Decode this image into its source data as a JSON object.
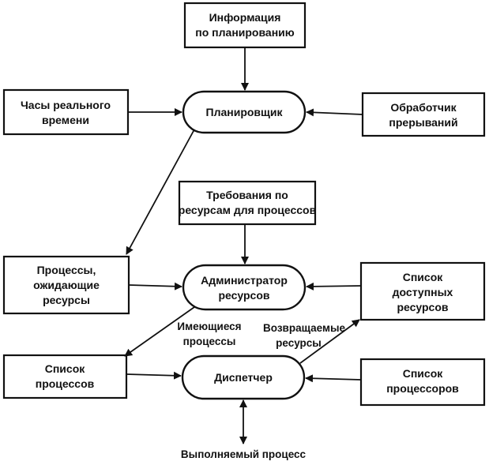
{
  "nodes": {
    "planning_info": [
      "Информация",
      "по планированию"
    ],
    "real_time_clock": [
      "Часы реального",
      "времени"
    ],
    "scheduler": [
      "Планировщик"
    ],
    "interrupt_handler": [
      "Обработчик",
      "прерываний"
    ],
    "resource_requirements": [
      "Требования по",
      "ресурсам для процессов"
    ],
    "waiting_processes": [
      "Процессы,",
      "ожидающие",
      "ресурсы"
    ],
    "resource_manager": [
      "Администратор",
      "ресурсов"
    ],
    "available_resources": [
      "Список",
      "доступных",
      "ресурсов"
    ],
    "process_list": [
      "Список",
      "процессов"
    ],
    "dispatcher": [
      "Диспетчер"
    ],
    "processor_list": [
      "Список",
      "процессоров"
    ]
  },
  "edge_labels": {
    "existing_processes": [
      "Имеющиеся",
      "процессы"
    ],
    "returned_resources": [
      "Возвращаемые",
      "ресурсы"
    ],
    "running_process": [
      "Выполняемый процесс"
    ]
  }
}
